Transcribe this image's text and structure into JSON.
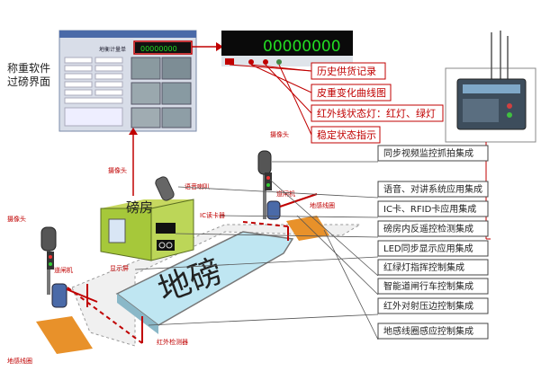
{
  "software_label": "称重软件\n过磅界面",
  "software": {
    "title": "地衡计量单",
    "counter": "00000000"
  },
  "display": {
    "counter": "00000000",
    "records_label": "历史供货记录",
    "curve_label": "皮重变化曲线图",
    "ir_lamp_label": "红外线状态灯：红灯、绿灯",
    "stable_label": "稳定状态指示"
  },
  "features": [
    "同步视频监控抓拍集成",
    "语音、对讲系统应用集成",
    "IC卡、RFID卡应用集成",
    "磅房内反遥控检测集成",
    "LED同步显示应用集成",
    "红绿灯指挥控制集成",
    "智能道闸行车控制集成",
    "红外对射压边控制集成",
    "地感线圈感应控制集成"
  ],
  "scene": {
    "scale_text": "地磅",
    "booth_text": "磅房",
    "camera_top": "摄像头",
    "camera_left": "摄像头",
    "camera_right": "摄像头",
    "speaker": "语音喇叭",
    "ic_reader": "IC读卡器",
    "barrier_right": "道闸机",
    "barrier_left": "道闸机",
    "loop_right": "地感线圈",
    "loop_left": "地感线圈",
    "display_screen": "显示屏",
    "ir_detector": "红外检测器"
  },
  "colors": {
    "accent_red": "#c00000",
    "led_green": "#22dd22",
    "booth_green": "#a6c83a",
    "loop_orange": "#e8912a"
  }
}
